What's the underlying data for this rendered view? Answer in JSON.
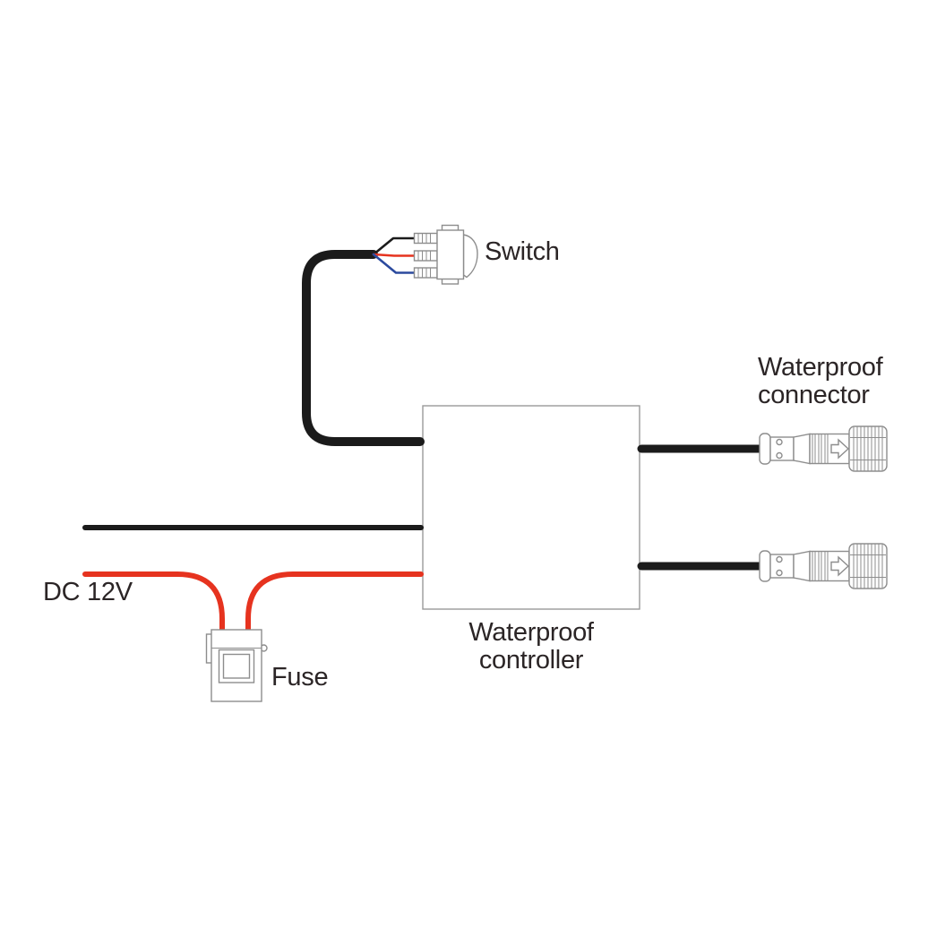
{
  "diagram": {
    "title": "Waterproof controller wiring diagram",
    "labels": {
      "switch": "Switch",
      "waterproof_connector_line1": "Waterproof",
      "waterproof_connector_line2": "connector",
      "waterproof_controller_line1": "Waterproof",
      "waterproof_controller_line2": "controller",
      "fuse": "Fuse",
      "power": "DC 12V"
    },
    "colors": {
      "wire_black": "#1b1b1b",
      "wire_red": "#e6331f",
      "wire_blue": "#2b4a9e",
      "outline_gray": "#8d8d8d",
      "text": "#2b2526",
      "background": "#ffffff"
    },
    "components": [
      {
        "name": "switch",
        "label": "Switch",
        "type": "rocker switch with 3 crimp terminals"
      },
      {
        "name": "waterproof-controller",
        "label": "Waterproof controller",
        "type": "control box"
      },
      {
        "name": "waterproof-connector-top",
        "label": "Waterproof connector",
        "type": "circular screw plug"
      },
      {
        "name": "waterproof-connector-bottom",
        "label": "Waterproof connector",
        "type": "circular screw plug"
      },
      {
        "name": "fuse",
        "label": "Fuse",
        "type": "inline fuse holder"
      },
      {
        "name": "power-input",
        "label": "DC 12V",
        "type": "supply leads"
      }
    ],
    "wires": [
      {
        "color": "black",
        "from": "switch terminal 1",
        "to": "controller left side",
        "style": "thick cable"
      },
      {
        "color": "red",
        "from": "switch terminal 2",
        "to": "switch cable splice"
      },
      {
        "color": "blue",
        "from": "switch terminal 3",
        "to": "switch cable splice"
      },
      {
        "color": "black",
        "from": "open lead (left)",
        "to": "controller left side"
      },
      {
        "color": "red",
        "from": "DC 12V lead",
        "to": "fuse",
        "note": "passes through fuse then to controller"
      },
      {
        "color": "black",
        "from": "controller right side",
        "to": "waterproof connector (top)"
      },
      {
        "color": "black",
        "from": "controller right side",
        "to": "waterproof connector (bottom)"
      }
    ]
  }
}
